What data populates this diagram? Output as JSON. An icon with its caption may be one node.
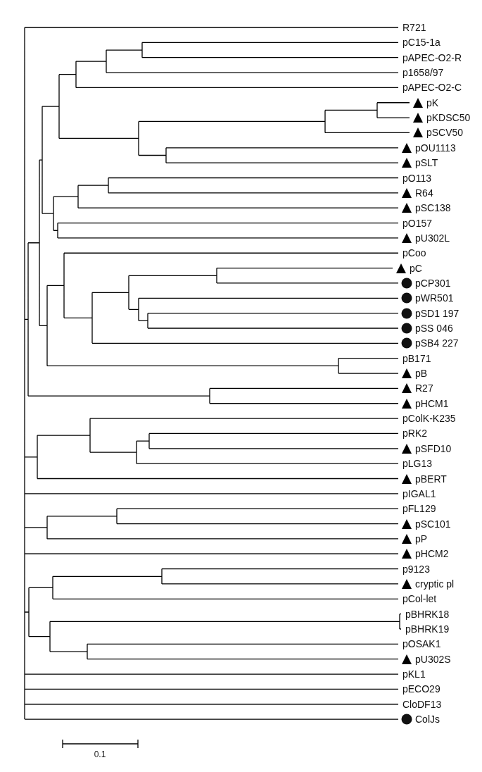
{
  "diagram": {
    "labels": [
      "R721",
      "pC15-1a",
      "pAPEC-O2-R",
      "p1658/97",
      "pAPEC-O2-C",
      "pK",
      "pKDSC50",
      "pSCV50",
      "pOU1113",
      "pSLT",
      "pO113",
      "R64",
      "pSC138",
      "pO157",
      "pU302L",
      "pCoo",
      "pC",
      "pCP301",
      "pWR501",
      "pSD1 197",
      "pSS 046",
      "pSB4 227",
      "pB171",
      "pB",
      "R27",
      "pHCM1",
      "pColK-K235",
      "pRK2",
      "pSFD10",
      "pLG13",
      "pBERT",
      "pIGAL1",
      "pFL129",
      "pSC101",
      "pP",
      "pHCM2",
      "p9123",
      "cryptic pl",
      "pCol-let",
      "pBHRK18",
      "pBHRK19",
      "pOSAK1",
      "pU302S",
      "pKL1",
      "pECO29",
      "CloDF13",
      "ColJs",
      "0.1"
    ]
  }
}
